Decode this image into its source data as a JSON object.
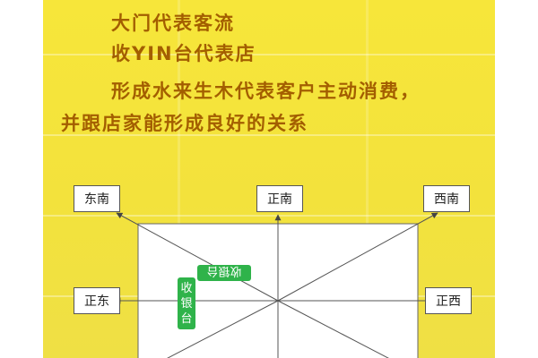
{
  "text_lines": [
    "大门代表客流",
    "收YIN台代表店",
    "形成水来生木代表客户主动消费，",
    "并跟店家能形成良好的关系"
  ],
  "directions": {
    "southeast": "东南",
    "south": "正南",
    "southwest": "西南",
    "east": "正东",
    "west": "正西"
  },
  "labels": {
    "checkout_area": "收银台",
    "cashier_chars": [
      "收",
      "银",
      "台"
    ]
  },
  "colors": {
    "background": "#f3e23c",
    "text": "#a35e00",
    "tag_green": "#2fb34a"
  }
}
